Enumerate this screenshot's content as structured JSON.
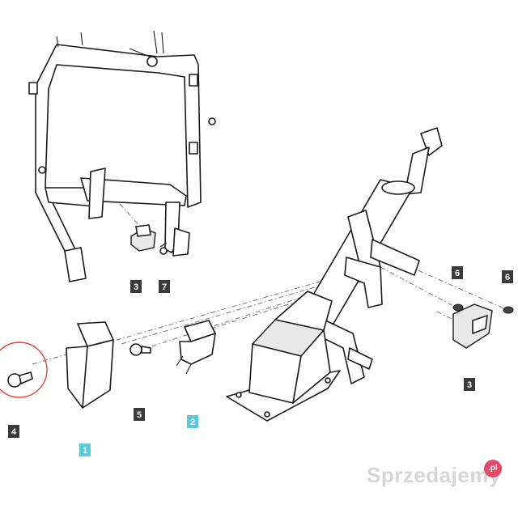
{
  "diagram": {
    "callouts": [
      {
        "id": "c1",
        "label": "1",
        "color": "#5cc9d6"
      },
      {
        "id": "c2",
        "label": "2",
        "color": "#5cc9d6"
      },
      {
        "id": "c3a",
        "label": "3",
        "color": "#3a3a3a"
      },
      {
        "id": "c3b",
        "label": "3",
        "color": "#3a3a3a"
      },
      {
        "id": "c4",
        "label": "4",
        "color": "#3a3a3a"
      },
      {
        "id": "c5",
        "label": "5",
        "color": "#3a3a3a"
      },
      {
        "id": "c6a",
        "label": "6",
        "color": "#3a3a3a"
      },
      {
        "id": "c6b",
        "label": "6",
        "color": "#3a3a3a"
      },
      {
        "id": "c7",
        "label": "7",
        "color": "#3a3a3a"
      }
    ],
    "highlight_circle_color": "#e0483c"
  },
  "watermark": {
    "text": "Sprzedajemy",
    "badge": ".pl",
    "badge_color": "#e34a6a"
  }
}
